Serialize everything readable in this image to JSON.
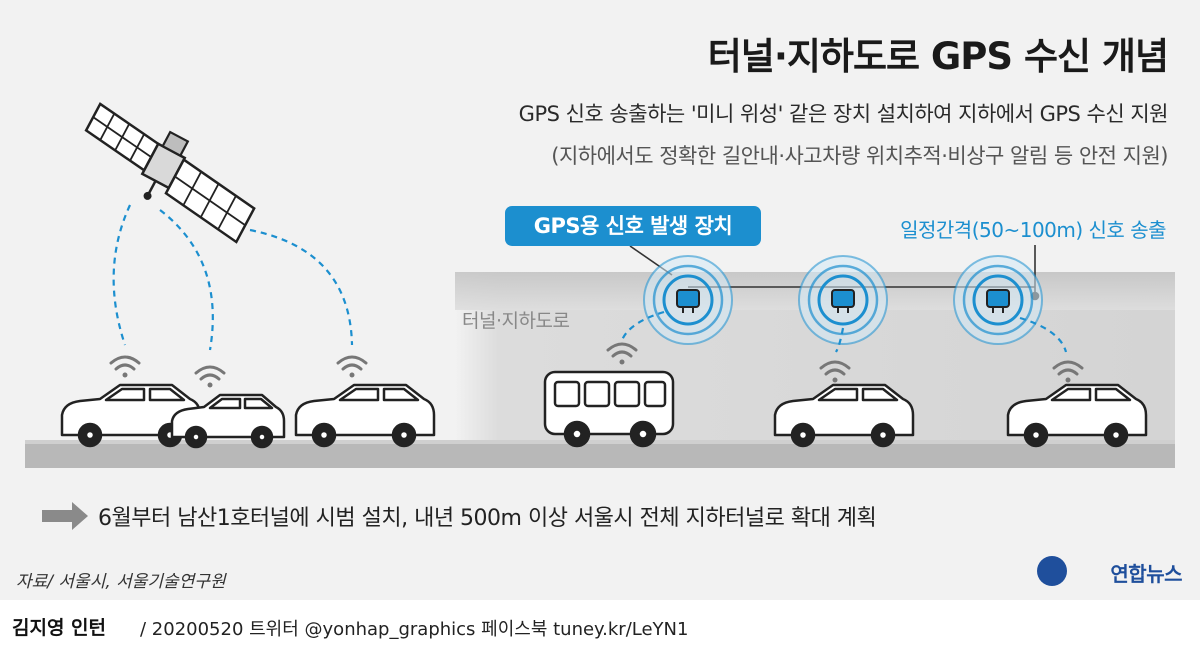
{
  "title": "터널·지하도로 GPS 수신 개념",
  "subtitle": "GPS 신호 송출하는 '미니 위성' 같은 장치 설치하여 지하에서 GPS 수신 지원",
  "subtitle2": "(지하에서도 정확한 길안내·사고차량 위치추적·비상구 알림 등 안전 지원)",
  "device_label": "GPS용 신호 발생 장치",
  "interval_label": "일정간격(50~100m) 신호 송출",
  "tunnel_label": "터널·지하도로",
  "plan": "6월부터 남산1호터널에 시범 설치, 내년 500m 이상 서울시 전체 지하터널로 확대 계획",
  "source": "자료/ 서울시, 서울기술연구원",
  "brand": "연합뉴스",
  "credit_name": "김지영 인턴",
  "credit_rest": "/ 20200520  트위터 @yonhap_graphics  페이스북 tuney.kr/LeYN1",
  "colors": {
    "accent": "#1c8fcf",
    "background": "#f2f2f2",
    "tunnel": "#d6d6d6",
    "road": "#b5b5b5",
    "brand": "#1f4f9c"
  }
}
